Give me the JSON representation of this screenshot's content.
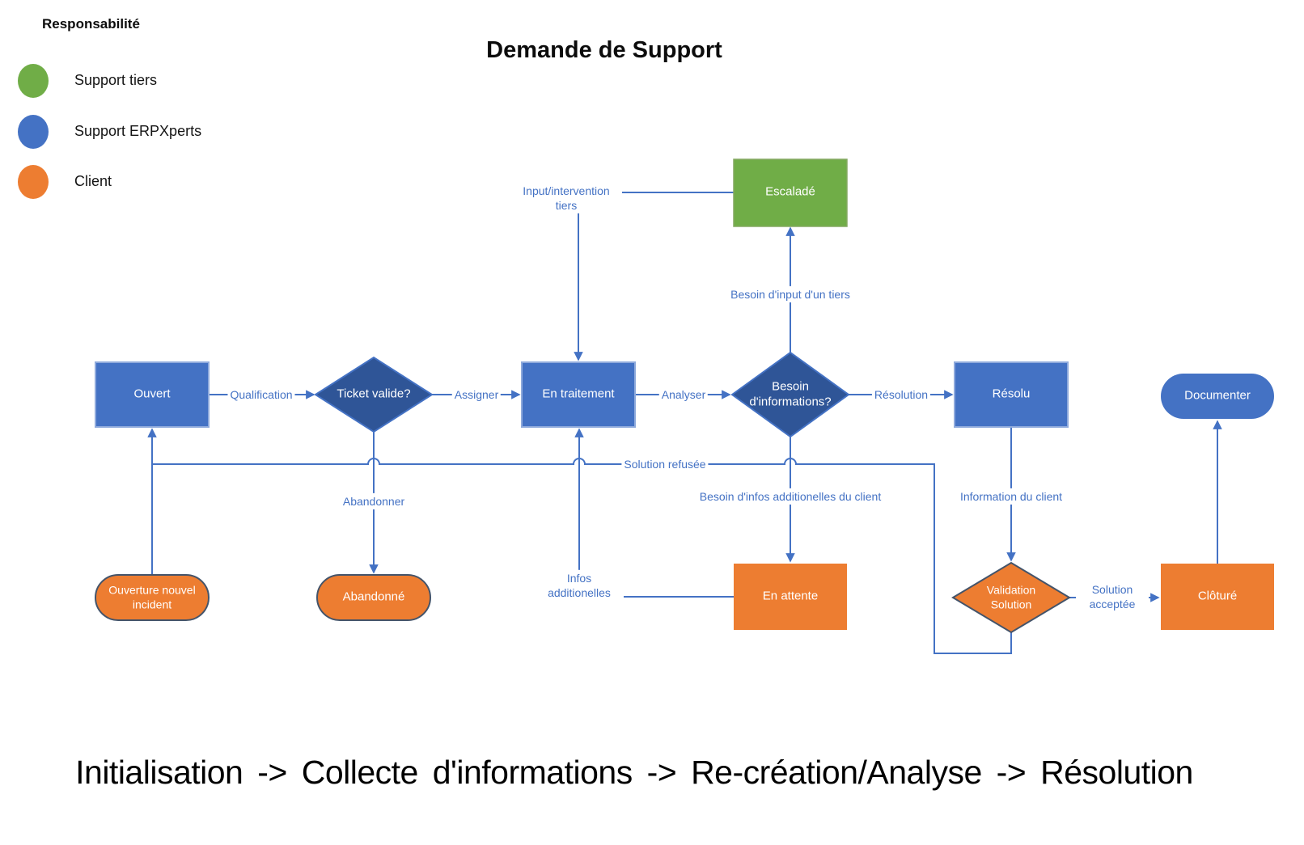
{
  "title": "Demande de Support",
  "legend": {
    "heading": "Responsabilité",
    "items": [
      {
        "label": "Support tiers",
        "color": "#70AD47",
        "style": "background:#70AD47"
      },
      {
        "label": "Support ERPXperts",
        "color": "#4472C4",
        "style": "background:#4472C4"
      },
      {
        "label": "Client",
        "color": "#ED7D31",
        "style": "background:#ED7D31"
      }
    ]
  },
  "colors": {
    "process_blue": "#4472C4",
    "decision_dark_blue": "#2F5597",
    "third_party_green": "#70AD47",
    "client_orange": "#ED7D31",
    "connector_blue": "#4472C4",
    "shape_outline_dark": "#44546A",
    "rect_outline_light": "#8FAADC"
  },
  "nodes": {
    "ouvert": {
      "label": "Ouvert",
      "shape": "rectangle",
      "color": "#4472C4"
    },
    "ticket_valide": {
      "label": "Ticket valide?",
      "shape": "diamond",
      "color": "#2F5597"
    },
    "en_traitement": {
      "label": "En traitement",
      "shape": "rectangle",
      "color": "#4472C4"
    },
    "besoin_informations": {
      "label": "Besoin d'informations?",
      "shape": "diamond",
      "color": "#2F5597"
    },
    "resolu": {
      "label": "Résolu",
      "shape": "rectangle",
      "color": "#4472C4"
    },
    "documenter": {
      "label": "Documenter",
      "shape": "stadium",
      "color": "#4472C4"
    },
    "escalade": {
      "label": "Escaladé",
      "shape": "rectangle",
      "color": "#70AD47"
    },
    "ouverture_nouvel_incident": {
      "label": "Ouverture nouvel incident",
      "shape": "stadium",
      "color": "#ED7D31"
    },
    "abandonne": {
      "label": "Abandonné",
      "shape": "stadium",
      "color": "#ED7D31"
    },
    "en_attente": {
      "label": "En attente",
      "shape": "rectangle",
      "color": "#ED7D31"
    },
    "validation_solution": {
      "label": "Validation Solution",
      "shape": "diamond",
      "color": "#ED7D31"
    },
    "cloture": {
      "label": "Clôturé",
      "shape": "rectangle",
      "color": "#ED7D31"
    }
  },
  "edges": {
    "qualification": {
      "label": "Qualification",
      "from": "ouvert",
      "to": "ticket_valide"
    },
    "assigner": {
      "label": "Assigner",
      "from": "ticket_valide",
      "to": "en_traitement"
    },
    "analyser": {
      "label": "Analyser",
      "from": "en_traitement",
      "to": "besoin_informations"
    },
    "resolution": {
      "label": "Résolution",
      "from": "besoin_informations",
      "to": "resolu"
    },
    "besoin_input_tiers": {
      "label": "Besoin d'input d'un tiers",
      "from": "besoin_informations",
      "to": "escalade"
    },
    "input_intervention": {
      "label": "Input/intervention tiers",
      "from": "escalade",
      "to": "en_traitement"
    },
    "abandonner": {
      "label": "Abandonner",
      "from": "ticket_valide",
      "to": "abandonne"
    },
    "besoin_infos_client": {
      "label": "Besoin d'infos additionelles du client",
      "from": "besoin_informations",
      "to": "en_attente"
    },
    "infos_additionelles": {
      "label": "Infos additionelles",
      "from": "en_attente",
      "to": "en_traitement"
    },
    "information_client": {
      "label": "Information du client",
      "from": "resolu",
      "to": "validation_solution"
    },
    "solution_acceptee": {
      "label": "Solution acceptée",
      "from": "validation_solution",
      "to": "cloture"
    },
    "solution_refusee": {
      "label": "Solution refusée",
      "from": "validation_solution",
      "to": "ouvert"
    },
    "nouvel_incident": {
      "label": "",
      "from": "ouverture_nouvel_incident",
      "to": "ouvert"
    },
    "cloture_documenter": {
      "label": "",
      "from": "cloture",
      "to": "documenter"
    }
  },
  "footer": "Initialisation -> Collecte d'informations -> Re-création/Analyse -> Résolution"
}
